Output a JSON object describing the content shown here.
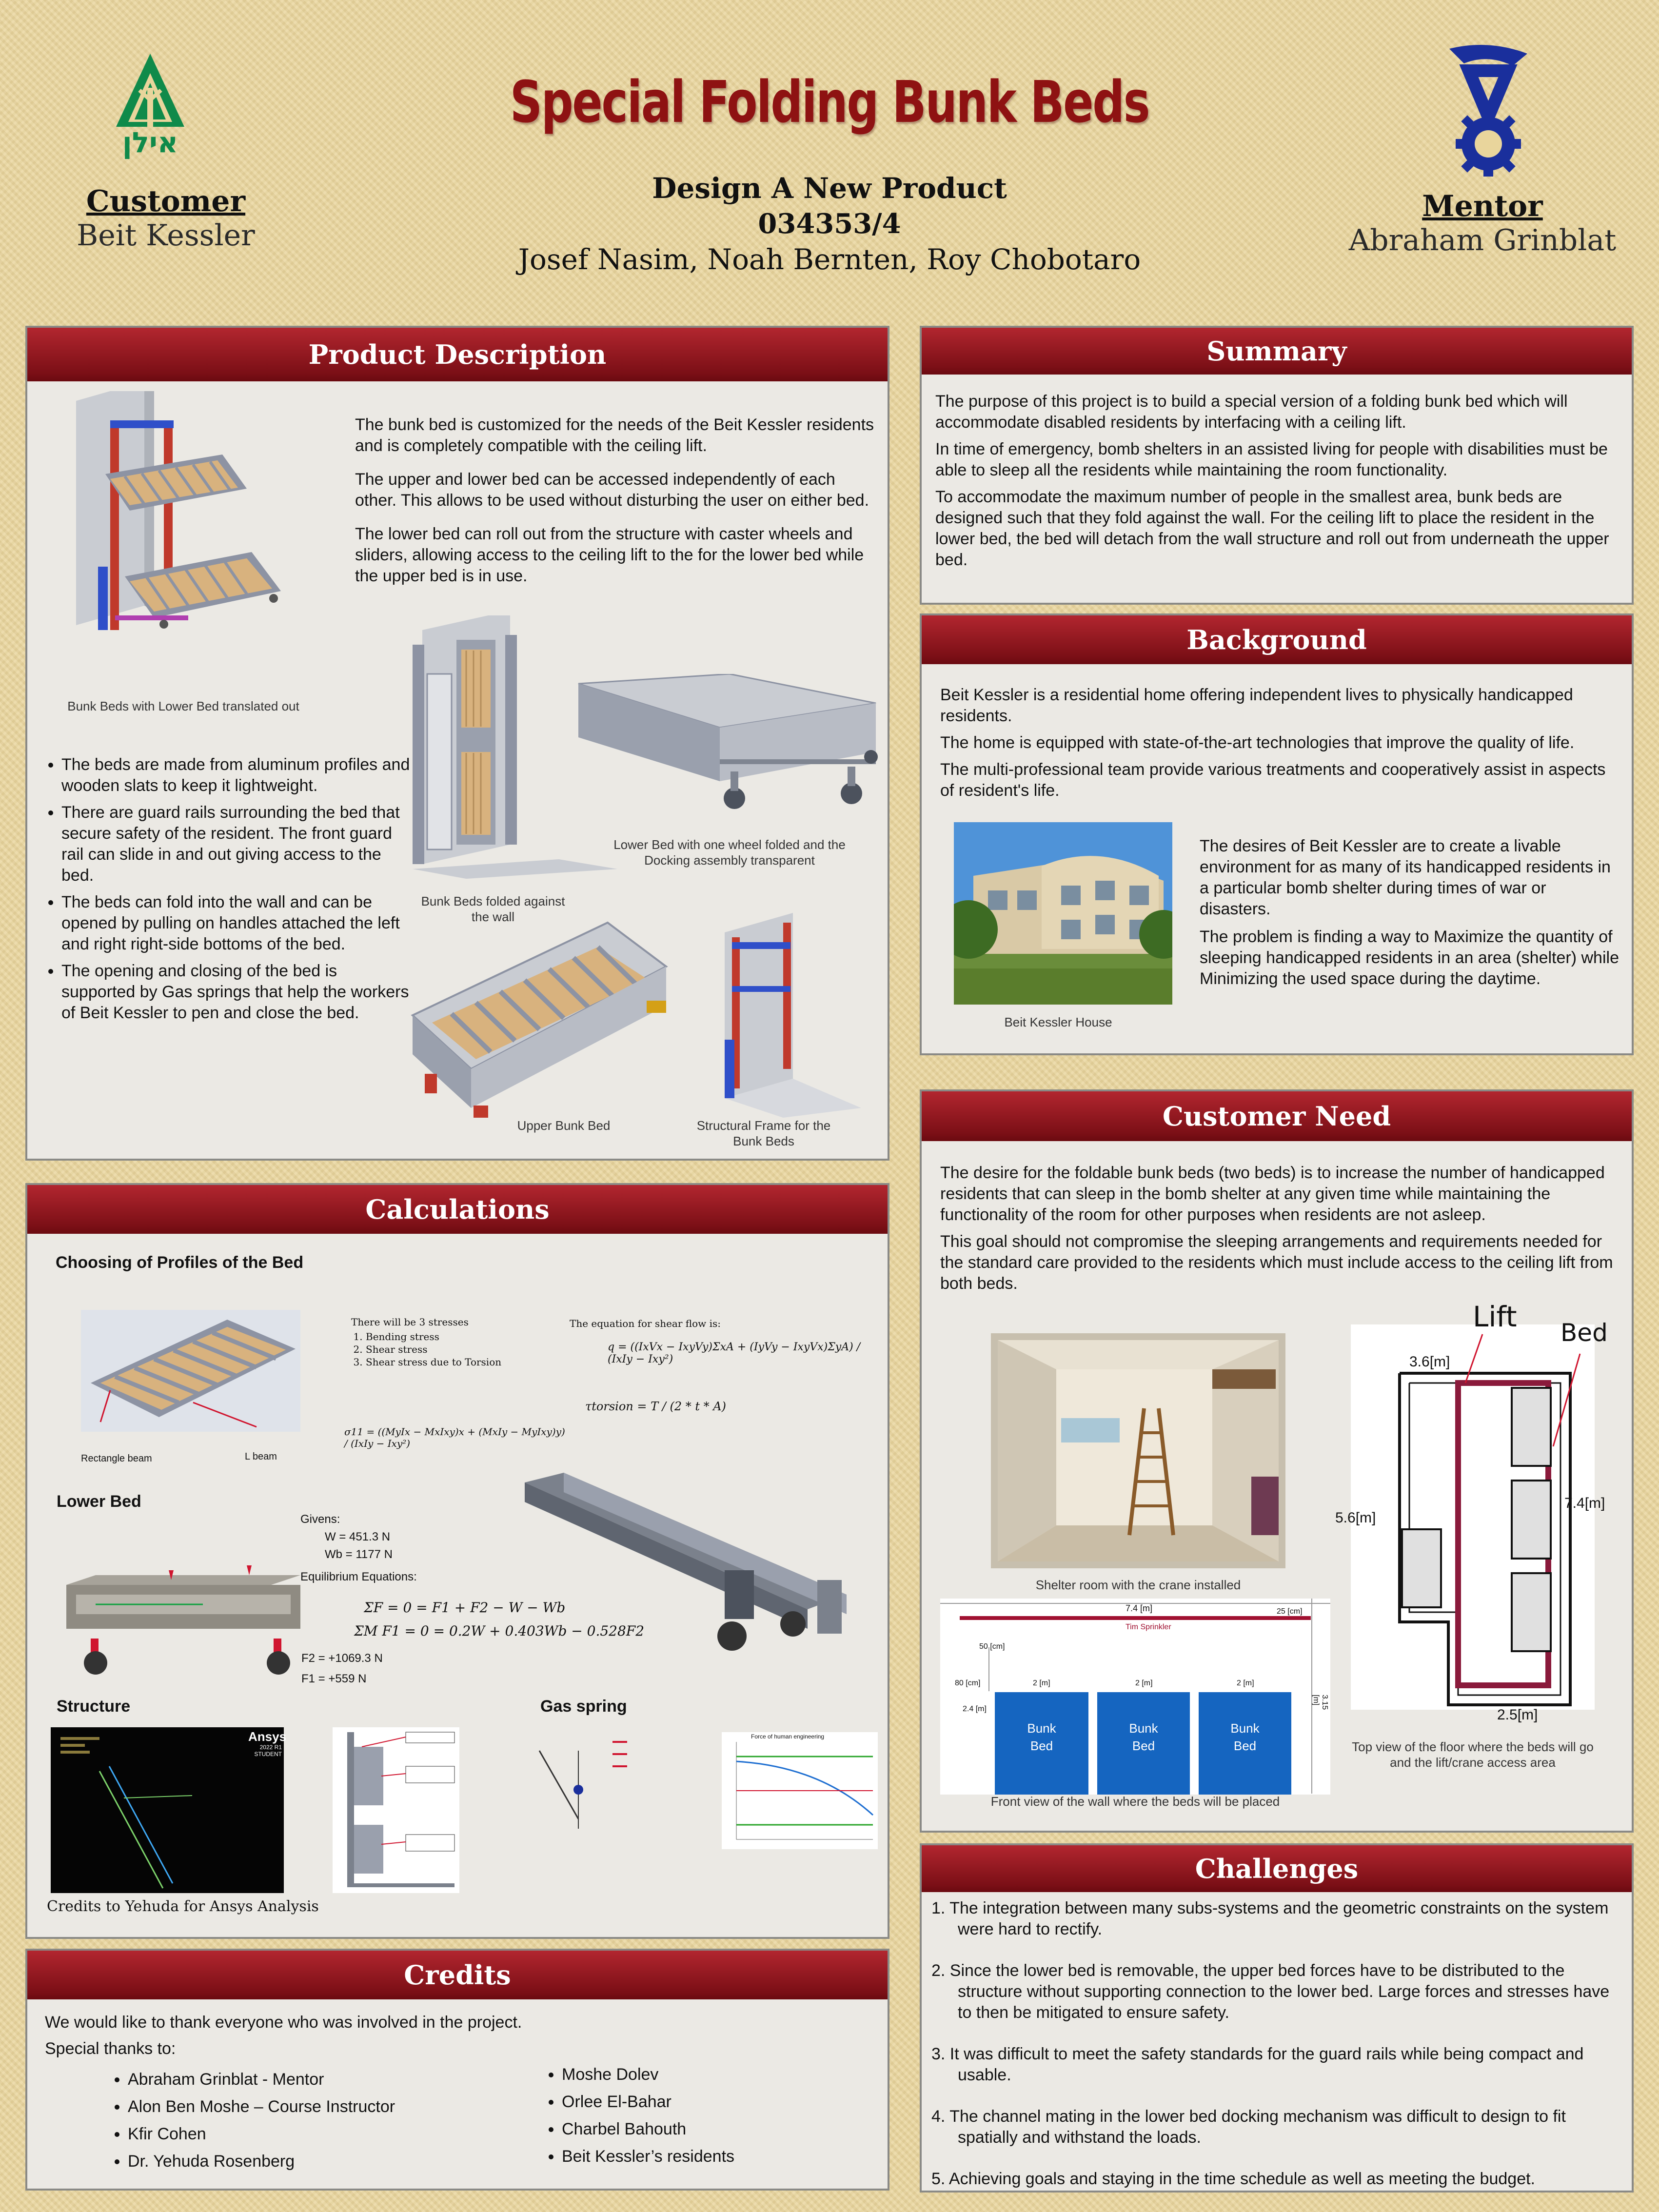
{
  "header": {
    "title": "Special Folding Bunk Beds",
    "course_name": "Design A New Product",
    "course_number": "034353/4",
    "authors": "Josef Nasim, Noah Bernten, Roy Chobotaro",
    "customer_heading": "Customer",
    "customer_name": "Beit Kessler",
    "mentor_heading": "Mentor",
    "mentor_name": "Abraham Grinblat",
    "left_logo_text": "אילן"
  },
  "product": {
    "heading": "Product Description",
    "paragraphs": [
      "The bunk bed is customized for the needs of the Beit Kessler residents and is completely compatible with the ceiling lift.",
      "The upper and lower bed can be accessed independently of each other. This allows to be used without disturbing the user on either bed.",
      "The lower bed can roll out from the structure with caster wheels and sliders, allowing access to the ceiling lift to the for the lower bed while the upper bed is in use."
    ],
    "bullets": [
      "The beds are made from aluminum  profiles and wooden slats to keep it lightweight.",
      "There are guard rails surrounding the bed that secure safety of the resident. The front guard rail can slide in and out giving access to the bed.",
      "The beds can fold into the wall and can be opened by pulling on handles attached the left and right right-side bottoms of the bed.",
      "The opening and closing of the bed is supported by Gas springs that help the workers of Beit Kessler to pen and close the bed."
    ],
    "captions": {
      "translated": "Bunk Beds with Lower Bed translated out",
      "folded": "Bunk Beds folded against the wall",
      "lower": "Lower Bed with one wheel folded and the Docking assembly transparent",
      "upper": "Upper Bunk Bed",
      "frame": "Structural Frame for the Bunk Beds"
    }
  },
  "summary": {
    "heading": "Summary",
    "paragraphs": [
      "The purpose of this project is to build a special version of a folding bunk bed which will accommodate disabled residents by interfacing with a ceiling lift.",
      "In time of emergency, bomb shelters in an assisted living  for people with disabilities must be able to sleep all the residents while maintaining the room functionality.",
      "To accommodate the maximum number of people in the smallest area, bunk beds are designed such that they fold against the wall. For the ceiling lift to place the resident in the lower bed, the bed will detach from the wall structure and roll out from underneath the upper bed."
    ]
  },
  "background": {
    "heading": "Background",
    "paragraphs": [
      "Beit Kessler is a residential home offering independent lives to physically handicapped residents.",
      "The home is equipped with state-of-the-art technologies that improve the quality of life.",
      "The multi-professional team provide various treatments and cooperatively assist in aspects of resident's life."
    ],
    "side_paragraphs": [
      "The desires of Beit Kessler are to create a livable environment for as many of its handicapped residents in a particular bomb shelter during times of war or disasters.",
      "The problem is finding a way to Maximize the quantity of sleeping handicapped residents in an area (shelter) while Minimizing the used space during the daytime."
    ],
    "photo_caption": "Beit Kessler House"
  },
  "customer_need": {
    "heading": "Customer Need",
    "paragraphs": [
      "The desire for the foldable bunk beds (two beds) is to increase the number of handicapped residents that can sleep in the bomb shelter at any given time while maintaining the functionality of the room for other purposes when residents are not asleep.",
      "This goal should not compromise the sleeping arrangements and requirements needed for the standard care provided to the residents which must include access to the ceiling lift from both beds."
    ],
    "shelter_caption": "Shelter room with the crane installed",
    "front_caption": "Front view of the wall where the beds will be placed",
    "top_caption": "Top view of the floor where the beds will go and the lift/crane access area",
    "front_labels": {
      "width": "7.4 [m]",
      "gap": "25 [cm]",
      "sprinkler": "Tim Sprinkler",
      "drop": "50 [cm]",
      "left": "80 [cm]",
      "bedw1": "2  [m]",
      "bedw2": "2 [m]",
      "bedw3": "2 [m]",
      "bedh": "2.4 [m]",
      "height": "3.15 [m]",
      "bed_word": "Bunk",
      "bed_word2": "Bed"
    },
    "top_labels": {
      "lift": "Lift",
      "bed": "Bed",
      "top": "3.6[m]",
      "left": "5.6[m]",
      "right": "7.4[m]",
      "bottom": "2.5[m]"
    }
  },
  "calculations": {
    "heading": "Calculations",
    "profiles_title": "Choosing of Profiles of the Bed",
    "rect_beam": "Rectangle beam",
    "l_beam": "L beam",
    "stresses_intro": "There will be 3 stresses",
    "stresses": [
      "Bending stress",
      "Shear stress",
      "Shear stress due to Torsion"
    ],
    "shear_flow_title": "The equation for shear flow is:",
    "shear_flow_eq": "q = ((IxVx − IxyVy)ΣxA + (IyVy − IxyVx)ΣyA) / (IxIy − Ixy²)",
    "torsion_eq": "τtorsion = T / (2 * t * A)",
    "sigma_eq": "σ11 = ((MyIx − MxIxy)x + (MxIy − MyIxy)y) / (IxIy − Ixy²)",
    "lower_bed_title": "Lower Bed",
    "givens_title": "Givens:",
    "givens": [
      "W = 451.3 N",
      "Wb = 1177 N"
    ],
    "equilibrium_title": "Equilibrium Equations:",
    "eq1": "ΣF = 0 = F1 + F2 − W − Wb",
    "eq2": "ΣM F1 = 0 = 0.2W + 0.403Wb − 0.528F2",
    "results": [
      "F2 = +1069.3 N",
      "F1 = +559 N"
    ],
    "structure_title": "Structure",
    "gas_spring_title": "Gas spring",
    "ansys_label": "Ansys",
    "ansys_sub": "2022 R1 STUDENT",
    "credits_note": "Credits to Yehuda for Ansys Analysis",
    "gas_chart_title": "Force of human engineering"
  },
  "credits": {
    "heading": "Credits",
    "intro": "We would like to thank everyone who was involved in the project.",
    "special": "Special thanks to:",
    "left_list": [
      "Abraham Grinblat - Mentor",
      "Alon Ben Moshe – Course Instructor",
      "Kfir Cohen",
      "Dr. Yehuda Rosenberg"
    ],
    "right_list": [
      "Moshe Dolev",
      "Orlee El-Bahar",
      "Charbel Bahouth",
      "Beit Kessler’s residents"
    ]
  },
  "challenges": {
    "heading": "Challenges",
    "items": [
      "1.   The integration between many subs-systems and the geometric constraints on the system were hard to rectify.",
      "2.   Since the lower bed is removable, the upper bed forces have to be distributed to the structure without supporting connection to the lower bed. Large forces and stresses have to then be mitigated to ensure safety.",
      "3.   It was difficult to meet the safety standards for the guard rails while being compact and usable.",
      "4. The channel mating in the lower bed docking mechanism was difficult to design to fit spatially and withstand the loads.",
      "5. Achieving goals and staying in the time schedule as well as meeting the budget."
    ]
  },
  "colors": {
    "title_red": "#8e1212",
    "header_red": "#8a141c",
    "logo_green": "#0f8a4a",
    "logo_blue": "#1a2f9c",
    "bed_blue": "#1565c0"
  },
  "icons": {
    "left_logo": "ilan-tree-logo-icon",
    "right_logo": "technion-logo-icon"
  }
}
